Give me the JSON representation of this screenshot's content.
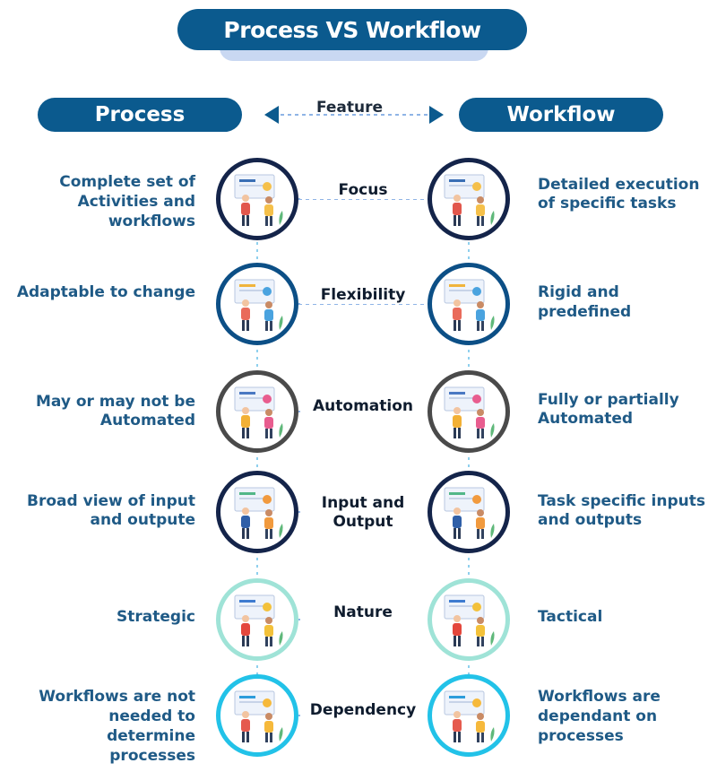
{
  "title": "Process VS Workflow",
  "headers": {
    "left": "Process",
    "right": "Workflow",
    "middle": "Feature"
  },
  "colors": {
    "primary": "#0b5a8e",
    "text": "#1f5a86",
    "feature_text": "#0f1c2e",
    "connector": "#8fb4e6",
    "title_shadow": "#c9d8f2"
  },
  "rows": [
    {
      "feature": "Focus",
      "process": "Complete set of Activities and workflows",
      "workflow": "Detailed execution of specific tasks",
      "ring": "#14244a",
      "icons": [
        "meeting-illustration-icon",
        "desk-laptop-illustration-icon"
      ]
    },
    {
      "feature": "Flexibility",
      "process": "Adaptable to change",
      "workflow": "Rigid and predefined",
      "ring": "#0c4f86",
      "icons": [
        "monitor-illustration-icon",
        "video-call-illustration-icon"
      ]
    },
    {
      "feature": "Automation",
      "process": "May or may not be Automated",
      "workflow": "Fully or partially Automated",
      "ring": "#4a4a4a",
      "icons": [
        "analytics-illustration-icon",
        "teamwork-illustration-icon"
      ]
    },
    {
      "feature": "Input and Output",
      "process": "Broad view of input and outpute",
      "workflow": "Task specific inputs and outputs",
      "ring": "#14244a",
      "icons": [
        "presentation-illustration-icon",
        "laptop-user-illustration-icon"
      ]
    },
    {
      "feature": "Nature",
      "process": "Strategic",
      "workflow": "Tactical",
      "ring": "#9fe3d7",
      "icons": [
        "strategy-board-illustration-icon",
        "planning-illustration-icon"
      ]
    },
    {
      "feature": "Dependency",
      "process": "Workflows are not needed to determine processes",
      "workflow": "Workflows are dependant on processes",
      "ring": "#22c2e8",
      "icons": [
        "board-meeting-illustration-icon",
        "file-cabinet-illustration-icon"
      ]
    }
  ]
}
